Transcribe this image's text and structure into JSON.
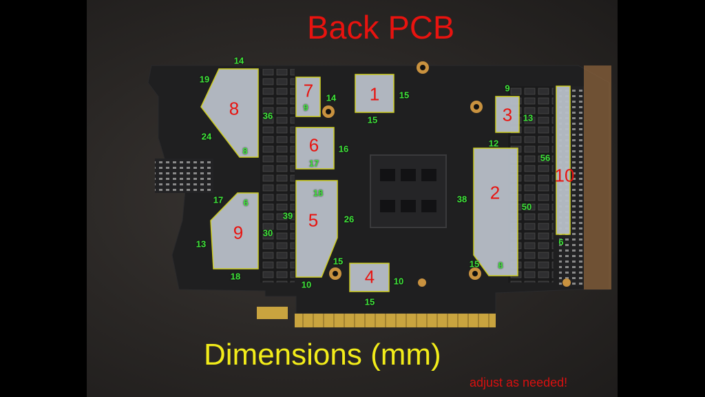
{
  "title": "Back PCB",
  "subtitle": "Dimensions (mm)",
  "note": "adjust as needed!",
  "colors": {
    "title": "#e8130f",
    "subtitle": "#f2ec1a",
    "dimension": "#3fe63a",
    "pad": "#b8bfc8",
    "pad_outline": "#d8d820",
    "board": "#1f1f20"
  },
  "pads": [
    {
      "id": "1",
      "label": "1"
    },
    {
      "id": "2",
      "label": "2"
    },
    {
      "id": "3",
      "label": "3"
    },
    {
      "id": "4",
      "label": "4"
    },
    {
      "id": "5",
      "label": "5"
    },
    {
      "id": "6",
      "label": "6"
    },
    {
      "id": "7",
      "label": "7"
    },
    {
      "id": "8",
      "label": "8"
    },
    {
      "id": "9",
      "label": "9"
    },
    {
      "id": "10",
      "label": "10"
    }
  ],
  "dimensions": [
    "14",
    "19",
    "36",
    "24",
    "8",
    "9",
    "14",
    "15",
    "15",
    "16",
    "17",
    "18",
    "6",
    "17",
    "39",
    "26",
    "30",
    "13",
    "18",
    "15",
    "10",
    "15",
    "10",
    "38",
    "8",
    "15",
    "6",
    "13",
    "50",
    "56",
    "12",
    "9"
  ]
}
